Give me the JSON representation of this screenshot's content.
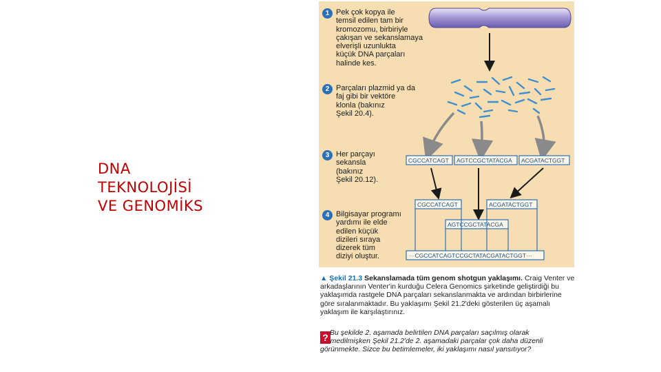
{
  "title_lines": [
    "DNA",
    "TEKNOLOJİSİ",
    "VE GENOMİKS"
  ],
  "steps": [
    {
      "num": "1",
      "text": "Pek çok kopya ile\ntemsil edilen tam bir\nkromozomu, birbiriyle\nçakışan ve sekanslamaya\nelverişli uzunlukta\nküçük DNA parçaları\nhalinde kes."
    },
    {
      "num": "2",
      "text": "Parçaları plazmid ya da\nfaj gibi bir vektöre\nklonla (bakınız\nŞekil 20.4)."
    },
    {
      "num": "3",
      "text": "Her parçayı\nsekansla\n(bakınız\nŞekil 20.12)."
    },
    {
      "num": "4",
      "text": "Bilgisayar programı\nyardımı ile elde\nedilen küçük\ndizileri sıraya\ndizerek tüm\ndiziyi oluştur."
    }
  ],
  "sequences": {
    "s1": "CGCCATCAGT",
    "s2": "AGTCCGCTATACGA",
    "s3": "ACGATACTGGT",
    "a1": "CGCCATCAGT",
    "a3": "ACGATACTGGT",
    "a2": "AGTCCGCTATACGA",
    "full": "···CGCCATCAGTCCGCTATACGATACTGGT···"
  },
  "caption": {
    "label": "▲ Şekil 21.3",
    "title": "Sekanslamada tüm genom shotgun yaklaşımı.",
    "body": "Craig Venter ve arkadaşlarının Venter'in kurduğu Celera Genomics şirketinde geliştirdiği bu yaklaşımda rastgele DNA parçaları sekanslanmakta ve ardından birbirlerine göre sıralanmaktadır. Bu yaklaşımı Şekil 21.2'deki gösterilen üç aşamalı yaklaşım ile karşılaştırınız."
  },
  "note": {
    "icon": "?",
    "text": "Bu şekilde 2. aşamada belirtilen DNA parçaları saçılmış olarak resmedilmişken Şekil 21.2'de 2. aşamadaki parçalar çok daha düzenli görünmekte. Sizce bu betimlemeler, iki yaklaşımı nasıl yansıtıyor?"
  },
  "colors": {
    "figure_bg": "#f6deb2",
    "accent": "#2b6fb7",
    "title": "#c00000",
    "fragment": "#3f8fd0"
  }
}
